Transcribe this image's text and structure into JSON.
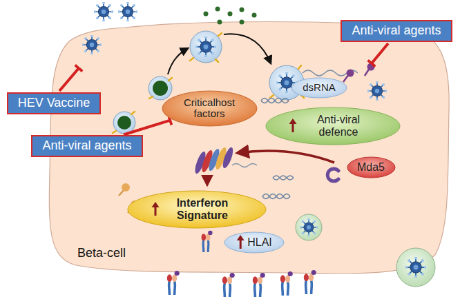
{
  "diagram": {
    "nodes": [
      {
        "text": [
          "Beta-cell"
        ]
      },
      {
        "text": [
          "Anti-viral agents"
        ]
      },
      {
        "text": [
          "dsRNA"
        ],
        "in": 0
      },
      {
        "text": [
          "HEV Vaccine"
        ]
      },
      {
        "text": [
          "Criticalhost factors"
        ],
        "in": 0
      },
      {
        "text": [
          "Anti-viral defence"
        ],
        "in": 0
      },
      {
        "text": [
          "Anti-viral agents"
        ]
      },
      {
        "text": [
          "Mda5"
        ],
        "in": 0
      },
      {
        "text": [
          "Interferon Signature"
        ],
        "in": 0
      },
      {
        "text": [
          "HLAI"
        ],
        "in": 0
      }
    ],
    "edges": [
      {
        "from": 6,
        "to": 4,
        "arrow": "to"
      }
    ]
  }
}
